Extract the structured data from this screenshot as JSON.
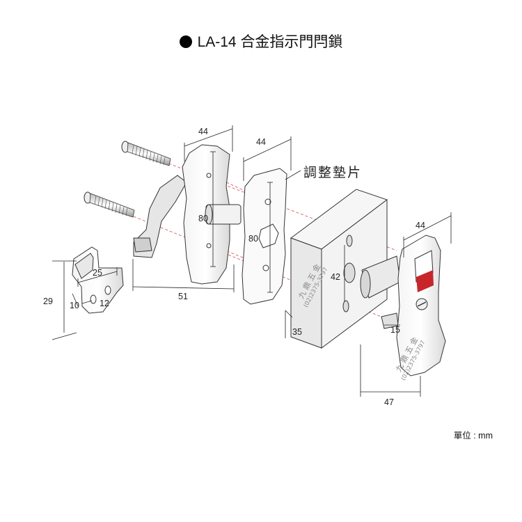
{
  "title": "LA-14 合金指示門閂鎖",
  "unit_label": "單位 : mm",
  "shim_label": "調整墊片",
  "dimensions": {
    "keeper_width": "25",
    "keeper_height": "29",
    "keeper_hole_a": "10",
    "keeper_hole_b": "12",
    "latch_width": "44",
    "latch_height": "80",
    "latch_depth": "51",
    "shim_width": "44",
    "shim_height": "80",
    "door_hole_spacing": "42",
    "door_thickness": "35",
    "indicator_width": "44",
    "indicator_offset": "15",
    "indicator_depth": "47"
  },
  "watermark": {
    "brand": "九 鼎 五 金",
    "phone": "(02)2375-3797"
  },
  "colors": {
    "indicator_red": "#c8252a",
    "line": "#333333",
    "dashed_red": "#d24a4a"
  }
}
